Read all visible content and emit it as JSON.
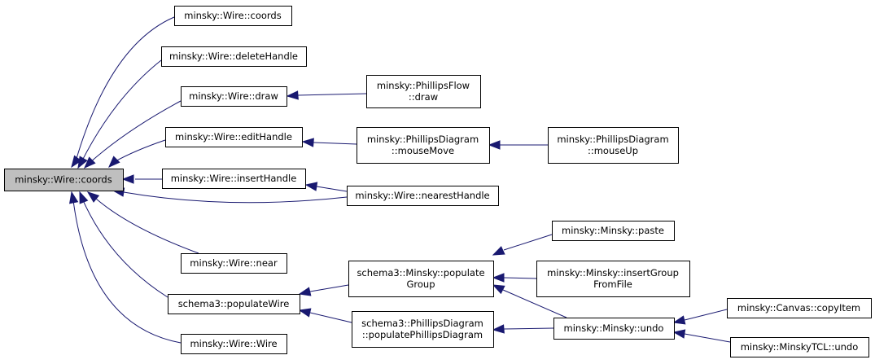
{
  "nodes": [
    {
      "id": "root",
      "lines": [
        "minsky::Wire::coords"
      ],
      "root": true
    },
    {
      "id": "n_coords2",
      "lines": [
        "minsky::Wire::coords"
      ]
    },
    {
      "id": "n_deleteHandle",
      "lines": [
        "minsky::Wire::deleteHandle"
      ]
    },
    {
      "id": "n_draw",
      "lines": [
        "minsky::Wire::draw"
      ]
    },
    {
      "id": "n_editHandle",
      "lines": [
        "minsky::Wire::editHandle"
      ]
    },
    {
      "id": "n_insertHandle",
      "lines": [
        "minsky::Wire::insertHandle"
      ]
    },
    {
      "id": "n_near",
      "lines": [
        "minsky::Wire::near"
      ]
    },
    {
      "id": "n_populateWire",
      "lines": [
        "schema3::populateWire"
      ]
    },
    {
      "id": "n_wire",
      "lines": [
        "minsky::Wire::Wire"
      ]
    },
    {
      "id": "n_pflowDraw",
      "lines": [
        "minsky::PhillipsFlow",
        "::draw"
      ]
    },
    {
      "id": "n_pdMouseMove",
      "lines": [
        "minsky::PhillipsDiagram",
        "::mouseMove"
      ]
    },
    {
      "id": "n_nearestHandle",
      "lines": [
        "minsky::Wire::nearestHandle"
      ]
    },
    {
      "id": "n_pdMouseUp",
      "lines": [
        "minsky::PhillipsDiagram",
        "::mouseUp"
      ]
    },
    {
      "id": "n_populateGroup",
      "lines": [
        "schema3::Minsky::populate",
        "Group"
      ]
    },
    {
      "id": "n_populatePD",
      "lines": [
        "schema3::PhillipsDiagram",
        "::populatePhillipsDiagram"
      ]
    },
    {
      "id": "n_paste",
      "lines": [
        "minsky::Minsky::paste"
      ]
    },
    {
      "id": "n_insertGroup",
      "lines": [
        "minsky::Minsky::insertGroup",
        "FromFile"
      ]
    },
    {
      "id": "n_undo",
      "lines": [
        "minsky::Minsky::undo"
      ]
    },
    {
      "id": "n_copyItem",
      "lines": [
        "minsky::Canvas::copyItem"
      ]
    },
    {
      "id": "n_tclUndo",
      "lines": [
        "minsky::MinskyTCL::undo"
      ]
    }
  ],
  "edges": [
    {
      "from": "n_coords2",
      "to": "root"
    },
    {
      "from": "n_deleteHandle",
      "to": "root"
    },
    {
      "from": "n_draw",
      "to": "root"
    },
    {
      "from": "n_editHandle",
      "to": "root"
    },
    {
      "from": "n_insertHandle",
      "to": "root"
    },
    {
      "from": "n_nearestHandle",
      "to": "root"
    },
    {
      "from": "n_near",
      "to": "root"
    },
    {
      "from": "n_populateWire",
      "to": "root"
    },
    {
      "from": "n_wire",
      "to": "root"
    },
    {
      "from": "n_pflowDraw",
      "to": "n_draw"
    },
    {
      "from": "n_pdMouseMove",
      "to": "n_editHandle"
    },
    {
      "from": "n_pdMouseUp",
      "to": "n_pdMouseMove"
    },
    {
      "from": "n_nearestHandle",
      "to": "n_insertHandle"
    },
    {
      "from": "n_populateGroup",
      "to": "n_populateWire"
    },
    {
      "from": "n_populatePD",
      "to": "n_populateWire"
    },
    {
      "from": "n_paste",
      "to": "n_populateGroup"
    },
    {
      "from": "n_insertGroup",
      "to": "n_populateGroup"
    },
    {
      "from": "n_undo",
      "to": "n_populateGroup"
    },
    {
      "from": "n_undo",
      "to": "n_populatePD"
    },
    {
      "from": "n_copyItem",
      "to": "n_undo"
    },
    {
      "from": "n_tclUndo",
      "to": "n_undo"
    }
  ],
  "colors": {
    "edge": "#191970",
    "root_fill": "#bfbfbf",
    "node_fill": "#ffffff",
    "node_stroke": "#000000"
  }
}
